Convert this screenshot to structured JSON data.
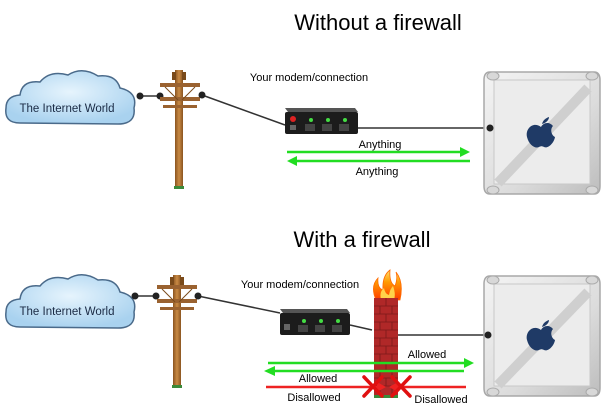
{
  "top_section": {
    "title": "Without a firewall",
    "cloud_label": "The Internet World",
    "modem_label": "Your modem/connection",
    "arrow_right_label": "Anything",
    "arrow_left_label": "Anything"
  },
  "bottom_section": {
    "title": "With a firewall",
    "cloud_label": "The Internet World",
    "modem_label": "Your modem/connection",
    "allowed_out_label": "Allowed",
    "allowed_in_label": "Allowed",
    "disallowed_out_label": "Disallowed",
    "disallowed_in_label": "Disallowed"
  },
  "colors": {
    "allowed_arrow": "#22dd22",
    "disallowed_arrow": "#ee2222",
    "cloud_fill": "#bfe0f5",
    "cloud_stroke": "#4a6a8a",
    "pole": "#b8742e",
    "wall_brick": "#b02828",
    "flame": "#ff8a00"
  },
  "icons": {
    "cloud": "cloud-icon",
    "pole": "telephone-pole-icon",
    "modem": "modem-icon",
    "computer": "mac-computer-icon",
    "firewall": "brick-wall-fire-icon",
    "block": "x-mark-icon"
  }
}
